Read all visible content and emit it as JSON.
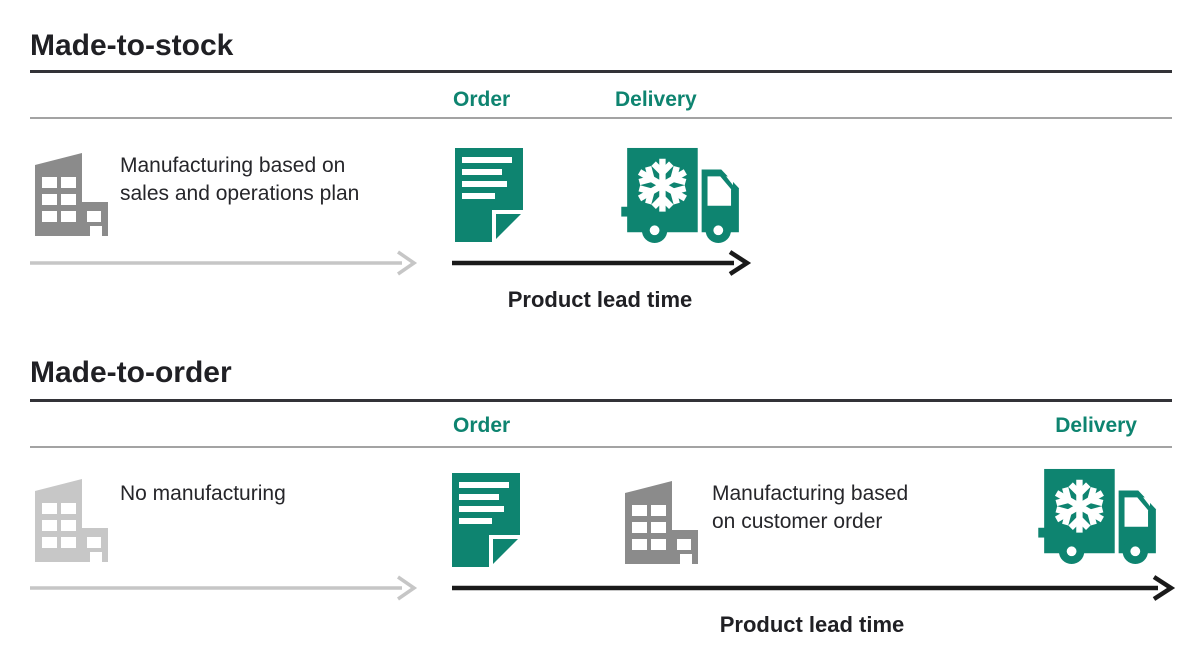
{
  "colors": {
    "accent_green": "#0E8470",
    "icon_gray": "#8B8B8B",
    "icon_light_gray": "#C7C7C7",
    "arrow_gray": "#C6C6C6",
    "arrow_black": "#1A1A1A",
    "rule_dark": "#333338",
    "rule_light": "#A3A3A3",
    "text_dark": "#202024"
  },
  "icons": {
    "factory": "factory-building-icon",
    "document": "order-document-icon",
    "truck": "refrigerated-delivery-truck-icon",
    "timeline": "right-arrow"
  },
  "sections": [
    {
      "title": "Made-to-stock",
      "order_label": "Order",
      "delivery_label": "Delivery",
      "factory_note": "Manufacturing based on sales and operations plan",
      "lead_time_label": "Product lead time"
    },
    {
      "title": "Made-to-order",
      "order_label": "Order",
      "delivery_label": "Delivery",
      "factory_note": "No manufacturing",
      "mid_factory_note": "Manufacturing based on customer order",
      "lead_time_label": "Product lead time"
    }
  ]
}
